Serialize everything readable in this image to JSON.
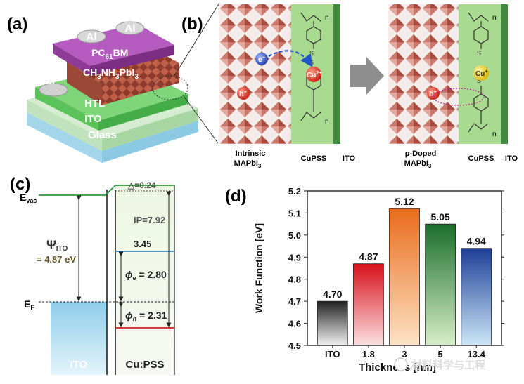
{
  "panel_a": {
    "label": "(a)",
    "layers": {
      "al_top_1": "Al",
      "al_top_2": "Al",
      "al_side": "Al",
      "pcbm": "PC",
      "pcbm_sub": "61",
      "pcbm_suffix": "BM",
      "mapi": "CH",
      "mapi_sub1": "3",
      "mapi_mid": "NH",
      "mapi_sub2": "3",
      "mapi_pb": "PbI",
      "mapi_sub3": "3",
      "htl": "HTL",
      "ito": "ITO",
      "glass": "Glass"
    }
  },
  "panel_b": {
    "label": "(b)",
    "electron": "e",
    "electron_sup": "−",
    "hole": "h",
    "hole_sup": "+",
    "cu2": "Cu",
    "cu2_sup": "2+",
    "cu1": "Cu",
    "cu1_sup": "+",
    "polymer_n": "n",
    "left_labels": {
      "intrinsic_1": "Intrinsic",
      "intrinsic_2": "MAPbI",
      "intrinsic_sub": "3",
      "cupss": "CuPSS",
      "ito": "ITO"
    },
    "right_labels": {
      "doped_1": "p-Doped",
      "doped_2": "MAPbI",
      "doped_sub": "3",
      "cupss": "CuPSS",
      "ito": "ITO"
    }
  },
  "panel_c": {
    "label": "(c)",
    "evac": "E",
    "evac_sub": "vac",
    "ef": "E",
    "ef_sub": "F",
    "psi": "Ψ",
    "psi_sub": "ITO",
    "psi_value": "= 4.87 eV",
    "delta": "△=0.24",
    "ip": "IP=7.92",
    "level_345": "3.45",
    "phi_e": "ϕ",
    "phi_e_sub": "e",
    "phi_e_val": " = 2.80",
    "phi_h": "ϕ",
    "phi_h_sub": "h",
    "phi_h_val": " = 2.31",
    "ito": "ITO",
    "cupss": "Cu:PSS"
  },
  "panel_d": {
    "label": "(d)"
  },
  "watermark": "材料科学与工程",
  "chart_data": {
    "type": "bar",
    "categories": [
      "ITO",
      "1.8",
      "3",
      "5",
      "13.4"
    ],
    "values": [
      4.7,
      4.87,
      5.12,
      5.05,
      4.94
    ],
    "data_labels": [
      "4.70",
      "4.87",
      "5.12",
      "5.05",
      "4.94"
    ],
    "ylim": [
      4.5,
      5.2
    ],
    "yticks": [
      "4.5",
      "4.6",
      "4.7",
      "4.8",
      "4.9",
      "5.0",
      "5.1",
      "5.2"
    ],
    "ylabel": "Work Function [eV]",
    "xlabel": "Thickness [nm]",
    "grid": false,
    "colors": {
      "ITO": [
        "#222222",
        "#f2f2f2"
      ],
      "1.8": [
        "#d8101a",
        "#fbe0e2"
      ],
      "3": [
        "#ea6b1b",
        "#fde3c6"
      ],
      "5": [
        "#1b6e2c",
        "#d7efc9"
      ],
      "13.4": [
        "#1d3f97",
        "#cde7f8"
      ]
    }
  }
}
